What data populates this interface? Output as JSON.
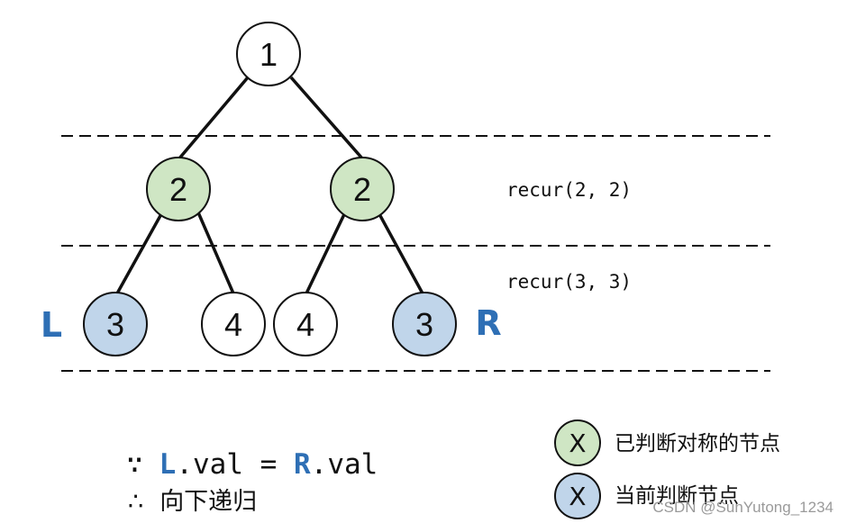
{
  "colors": {
    "green_node": "#cfe6c4",
    "blue_node": "#c0d5ea",
    "white_node": "#ffffff",
    "accent_blue": "#2e6fb5",
    "stroke": "#111111",
    "watermark": "#9a9a9a"
  },
  "tree": {
    "root": "1",
    "level2_left": "2",
    "level2_right": "2",
    "level3_ll": "3",
    "level3_lr": "4",
    "level3_rl": "4",
    "level3_rr": "3"
  },
  "side_labels": {
    "left": "L",
    "right": "R"
  },
  "recur_labels": {
    "row1": "recur(2, 2)",
    "row2": "recur(3, 3)"
  },
  "conclusion": {
    "because_symbol": "∵",
    "L": "L",
    "val_eq": ".val = ",
    "R": "R",
    "val": ".val",
    "therefore_symbol": "∴",
    "therefore_text": "向下递归"
  },
  "legend": {
    "marker": "X",
    "green_text": "已判断对称的节点",
    "blue_text": "当前判断节点"
  },
  "watermark": "CSDN @SunYutong_1234"
}
